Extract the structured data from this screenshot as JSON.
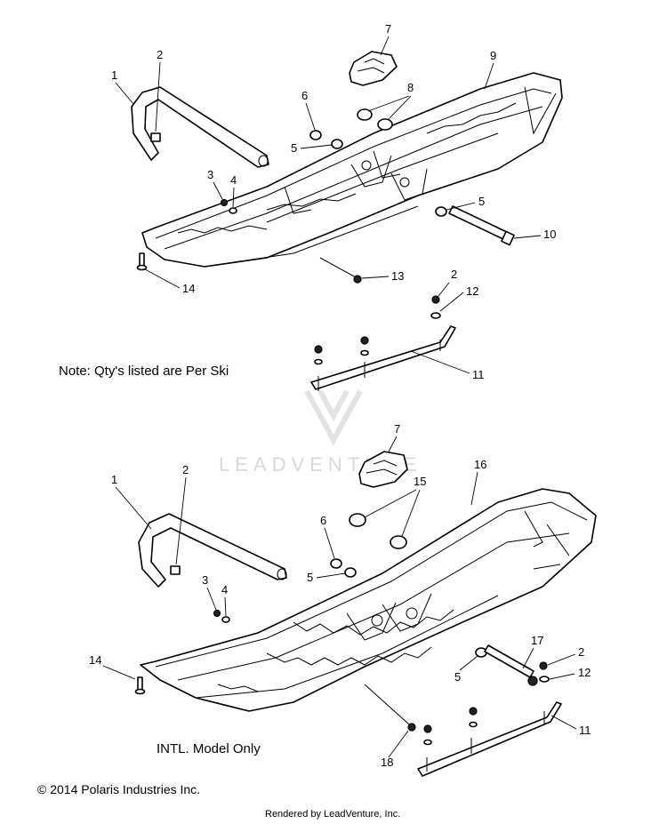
{
  "diagram": {
    "notes": {
      "qty_note": "Note: Qty's listed are Per Ski",
      "intl_note": "INTL. Model Only",
      "copyright": "© 2014 Polaris Industries Inc.",
      "rendered_by": "Rendered by LeadVenture, Inc.",
      "watermark": "LEADVENTURE"
    },
    "top_assembly": {
      "callouts": [
        "1",
        "2",
        "3",
        "4",
        "5",
        "5",
        "6",
        "7",
        "8",
        "9",
        "10",
        "11",
        "12",
        "13",
        "14",
        "2"
      ]
    },
    "bottom_assembly": {
      "callouts": [
        "1",
        "2",
        "3",
        "4",
        "5",
        "5",
        "6",
        "7",
        "11",
        "12",
        "14",
        "15",
        "16",
        "17",
        "18",
        "2"
      ]
    },
    "colors": {
      "line": "#000000",
      "background": "#ffffff",
      "watermark": "#d8d8d8"
    }
  }
}
